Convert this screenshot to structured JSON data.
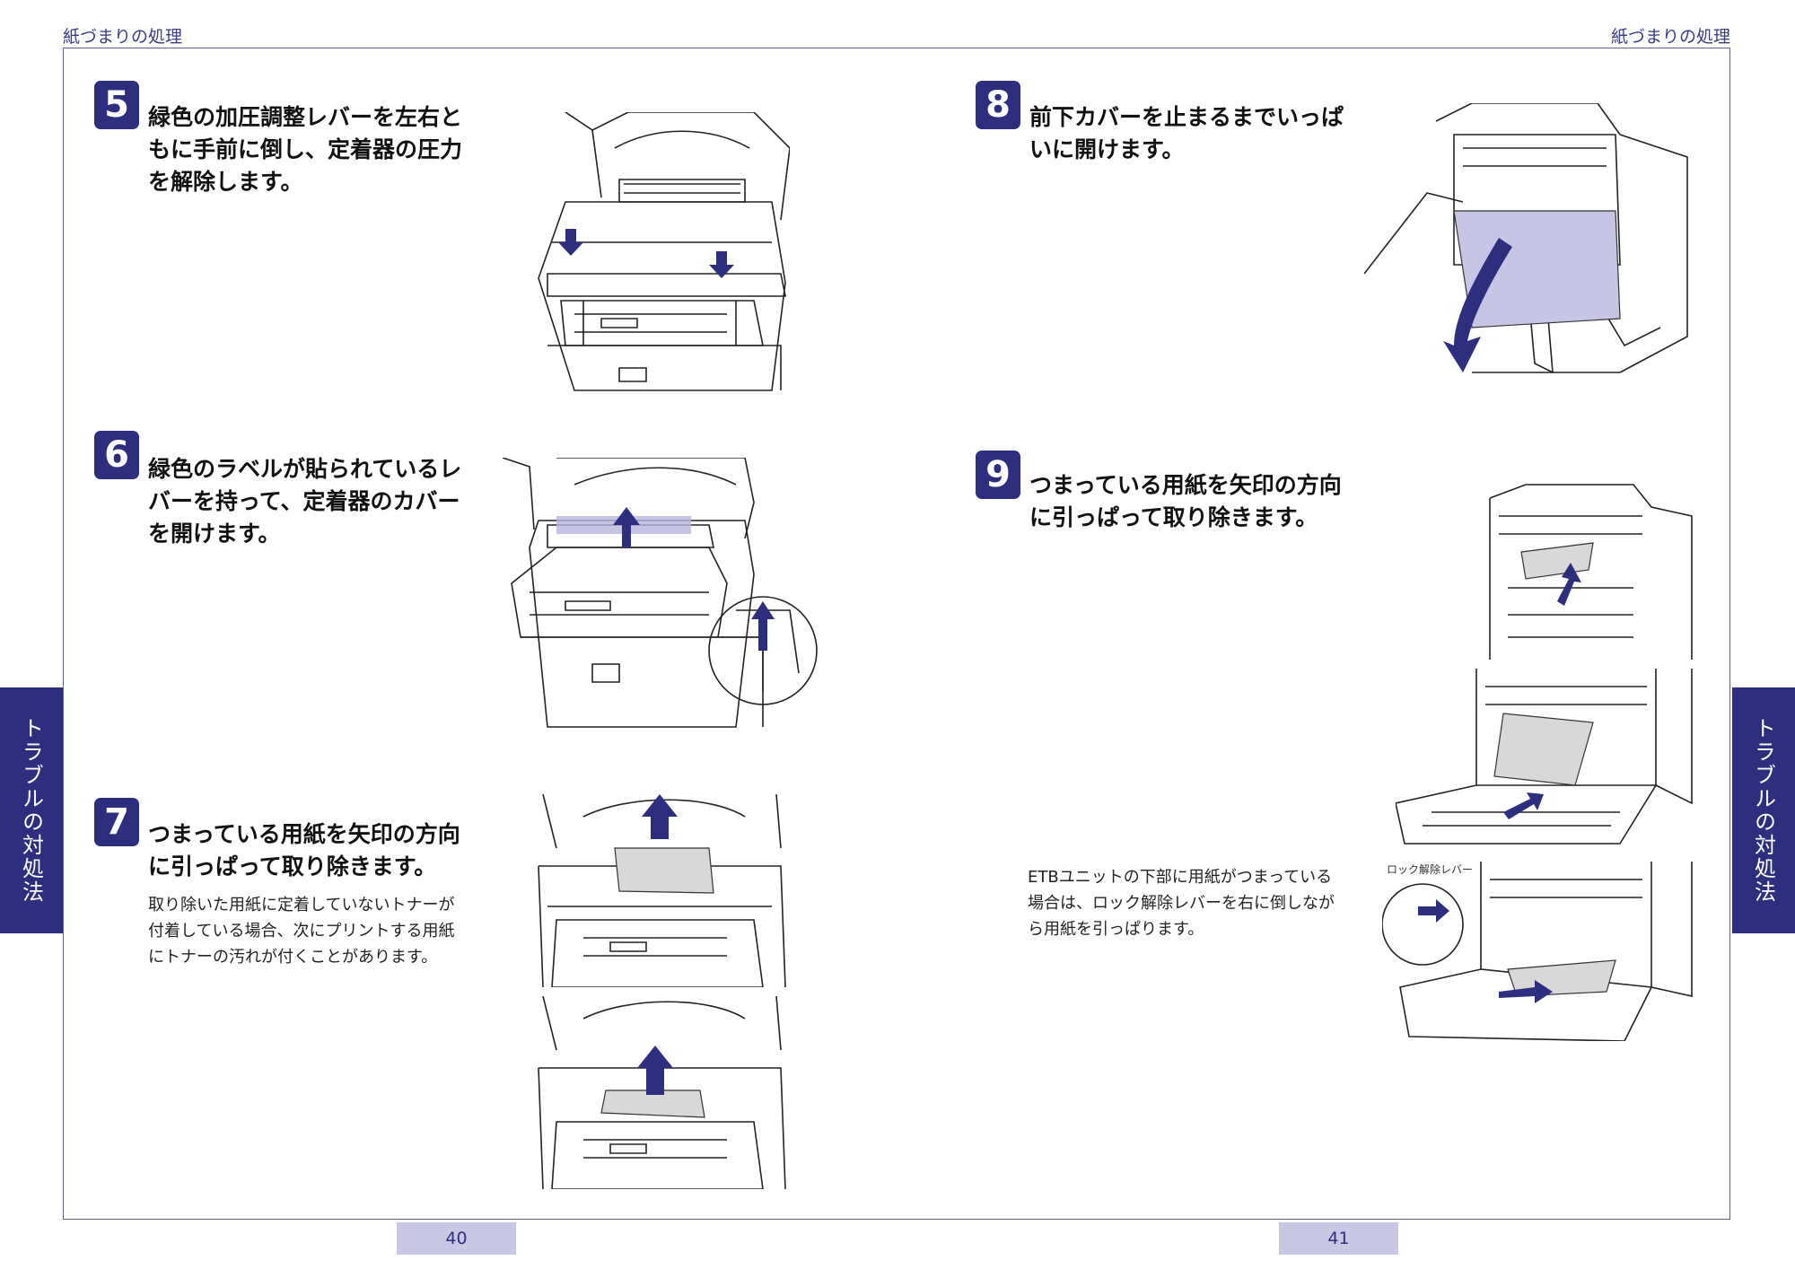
{
  "header": {
    "left_title": "紙づまりの処理",
    "right_title": "紙づまりの処理"
  },
  "side_tab": {
    "left": "トラブルの対処法",
    "right": "トラブルの対処法"
  },
  "steps": [
    {
      "num": "5",
      "text": "緑色の加圧調整レバーを左右ともに手前に倒し、定着器の圧力を解除します。"
    },
    {
      "num": "6",
      "text": "緑色のラベルが貼られているレバーを持って、定着器のカバーを開けます。"
    },
    {
      "num": "7",
      "text": "つまっている用紙を矢印の方向に引っぱって取り除きます。",
      "note": "取り除いた用紙に定着していないトナーが付着している場合、次にプリントする用紙にトナーの汚れが付くことがあります。"
    },
    {
      "num": "8",
      "text": "前下カバーを止まるまでいっぱいに開けます。"
    },
    {
      "num": "9",
      "text": "つまっている用紙を矢印の方向に引っぱって取り除きます。",
      "note": "ETBユニットの下部に用紙がつまっている場合は、ロック解除レバーを右に倒しながら用紙を引っぱります。"
    }
  ],
  "figure_labels": {
    "lock_lever": "ロック解除レバー"
  },
  "page_numbers": {
    "left": "40",
    "right": "41"
  },
  "colors": {
    "accent": "#2d2f7e",
    "page_tab": "#c9c8e4",
    "arrow": "#2d2f7e"
  }
}
